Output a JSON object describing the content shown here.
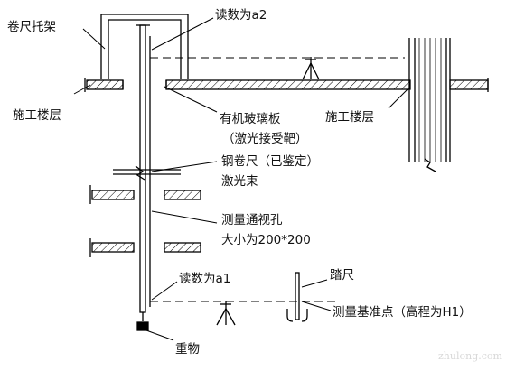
{
  "labels": {
    "tape_holder": "卷尺托架",
    "reading_a2": "读数为a2",
    "floor_left": "施工楼层",
    "glass_plate": "有机玻璃板",
    "laser_target": "（激光接受靶）",
    "floor_right": "施工楼层",
    "steel_tape": "钢卷尺（已鉴定）",
    "laser_beam": "激光束",
    "sight_hole": "测量通视孔",
    "hole_size": "大小为200*200",
    "reading_a1": "读数为a1",
    "staff": "踏尺",
    "benchmark": "测量基准点（高程为H1）",
    "weight": "重物"
  },
  "watermark": "zhulong.com",
  "colors": {
    "line": "#000000",
    "background": "#ffffff"
  }
}
